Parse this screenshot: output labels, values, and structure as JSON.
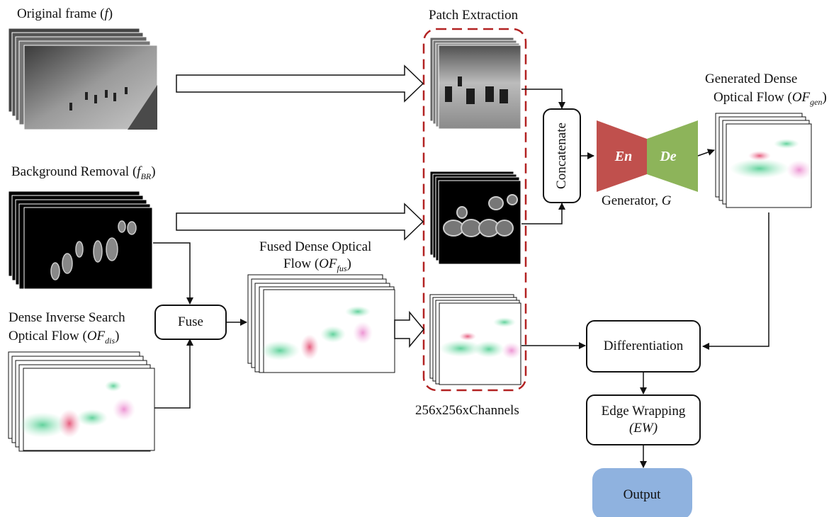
{
  "labels": {
    "original_frame": "Original frame (",
    "original_frame_var": "f",
    "original_frame_end": ")",
    "background_removal": "Background Removal (",
    "background_removal_var": "f",
    "background_removal_sub": "BR",
    "background_removal_end": ")",
    "dis_line1": "Dense Inverse Search",
    "dis_line2": "Optical Flow (",
    "dis_var": "OF",
    "dis_sub": "dis",
    "dis_end": ")",
    "fused_line1": "Fused Dense Optical",
    "fused_line2": "Flow (",
    "fused_var": "OF",
    "fused_sub": "fus",
    "fused_end": ")",
    "patch_extraction": "Patch Extraction",
    "patch_size": "256x256xChannels",
    "generated_line1": "Generated Dense",
    "generated_line2": "Optical Flow (",
    "generated_var": "OF",
    "generated_sub": "gen",
    "generated_end": ")",
    "generator": "Generator, ",
    "generator_var": "G"
  },
  "nodes": {
    "fuse": "Fuse",
    "concatenate": "Concatenate",
    "encoder": "En",
    "decoder": "De",
    "differentiation": "Differentiation",
    "edge_wrapping_line1": "Edge Wrapping",
    "edge_wrapping_line2": "(EW)",
    "output": "Output"
  },
  "colors": {
    "encoder": "#c0504d",
    "decoder": "#8db45a",
    "output": "#8fb2df",
    "dashed_border": "#b22222"
  }
}
